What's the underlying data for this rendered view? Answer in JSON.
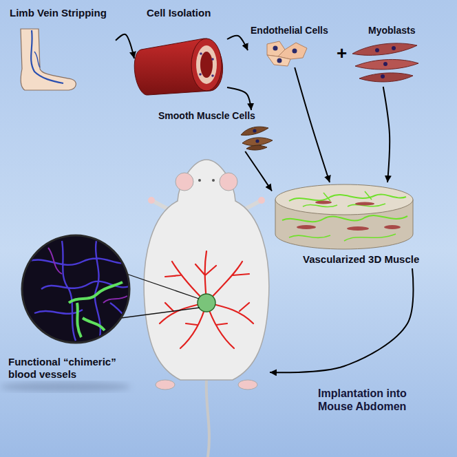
{
  "diagram": {
    "nodes": [
      {
        "text": [
          "Limb Vein Stripping"
        ]
      },
      {
        "text": [
          "Cell Isolation"
        ]
      },
      {
        "text": [
          "Endothelial Cells"
        ]
      },
      {
        "text": [
          "Smooth Muscle Cells"
        ]
      },
      {
        "text": [
          "Myoblasts"
        ]
      },
      {
        "text": [
          "Vascularized 3D Muscle"
        ]
      },
      {
        "text": [
          "Functional “chimeric” blood vessels"
        ]
      }
    ],
    "edges": [
      {
        "from": 0,
        "to": 1,
        "arrow": "to"
      },
      {
        "from": 1,
        "to": 2,
        "arrow": "to"
      },
      {
        "from": 1,
        "to": 3,
        "arrow": "to"
      },
      {
        "from": 2,
        "to": 5,
        "arrow": "to"
      },
      {
        "from": 3,
        "to": 5,
        "arrow": "to"
      },
      {
        "from": 4,
        "to": 5,
        "arrow": "to"
      },
      {
        "from": 5,
        "to": 6,
        "arrow": "to",
        "label": "Implantation into Mouse Abdomen"
      }
    ],
    "labels": [
      "+"
    ]
  }
}
